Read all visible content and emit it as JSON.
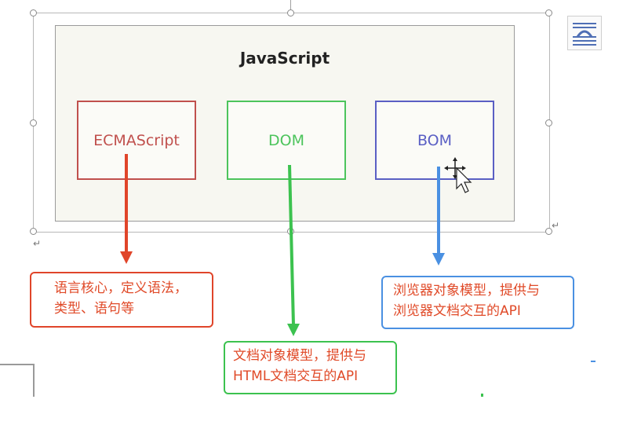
{
  "diagram": {
    "title": "JavaScript",
    "boxes": {
      "ecma": "ECMAScript",
      "dom": "DOM",
      "bom": "BOM"
    }
  },
  "callouts": {
    "ecma": {
      "line1": "语言核心，定义语法，",
      "line2": "类型、语句等"
    },
    "dom": {
      "line1": "文档对象模型，提供与",
      "line2": "HTML文档交互的API"
    },
    "bom": {
      "line1": "浏览器对象模型，提供与",
      "line2": "浏览器文档交互的API"
    }
  },
  "colors": {
    "ecma": "#c0504d",
    "dom": "#4cc45c",
    "bom": "#5a5fc4",
    "arrow_red": "#e0452a",
    "arrow_green": "#3cc24f",
    "arrow_blue": "#4a90e2"
  },
  "marks": {
    "return_symbol": "↵"
  },
  "icons": {
    "layout_options": "layout-options-icon",
    "cursor": "move-cursor-icon"
  }
}
